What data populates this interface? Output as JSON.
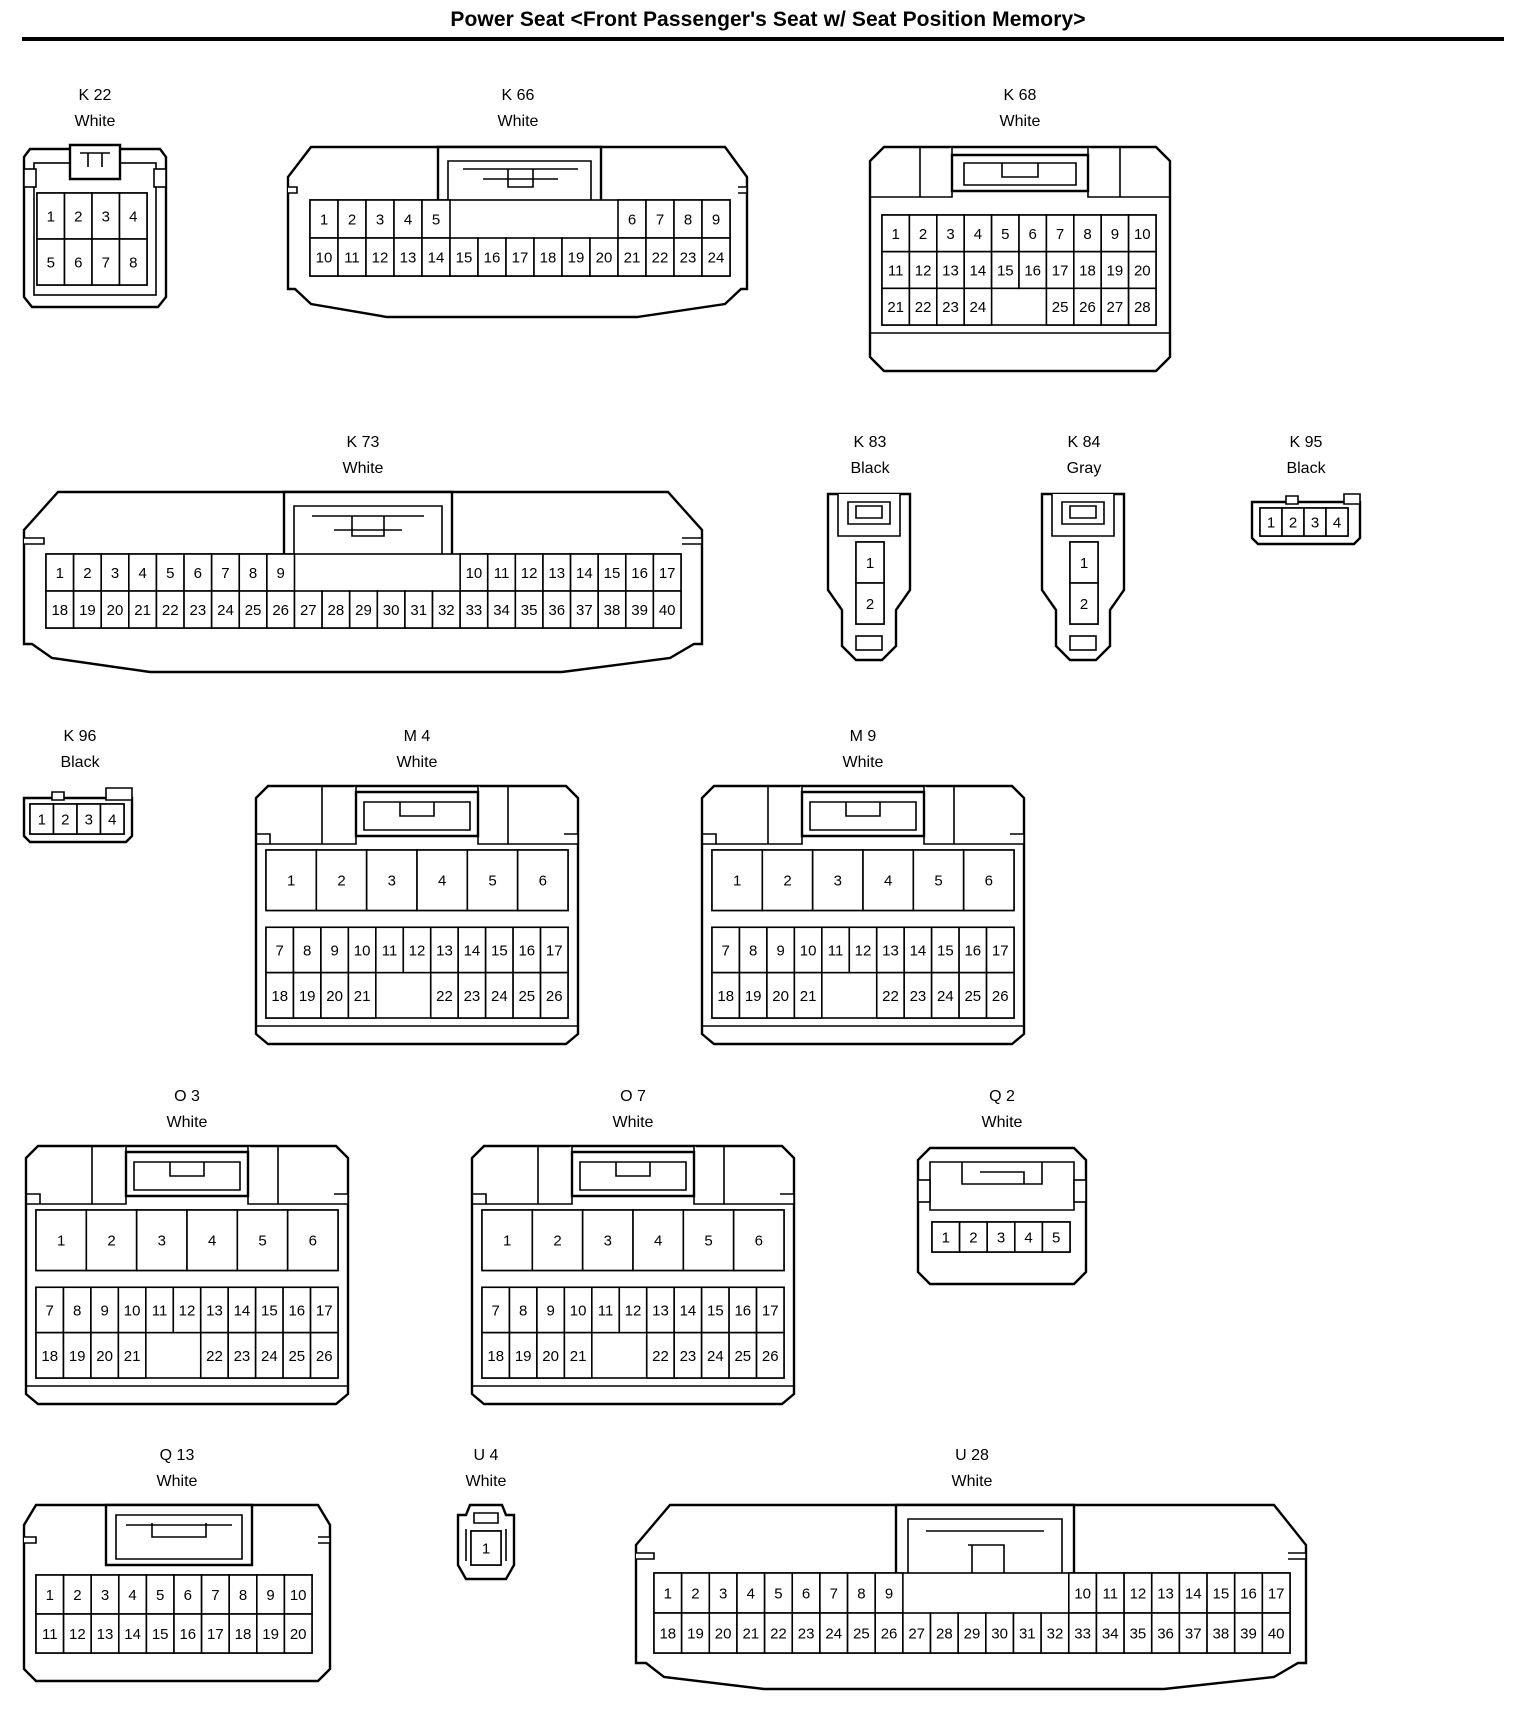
{
  "title": "Power Seat <Front Passenger's Seat w/ Seat Position Memory>",
  "connectors": [
    {
      "id": "K 22",
      "color": "White",
      "rows": [
        [
          "1",
          "2",
          "3",
          "4"
        ],
        [
          "5",
          "6",
          "7",
          "8"
        ]
      ]
    },
    {
      "id": "K 66",
      "color": "White",
      "rows": [
        [
          "1",
          "2",
          "3",
          "4",
          "5",
          "",
          "",
          "",
          "",
          "",
          "",
          "6",
          "7",
          "8",
          "9"
        ],
        [
          "10",
          "11",
          "12",
          "13",
          "14",
          "15",
          "16",
          "17",
          "18",
          "19",
          "20",
          "21",
          "22",
          "23",
          "24"
        ]
      ]
    },
    {
      "id": "K 68",
      "color": "White",
      "rows": [
        [
          "1",
          "2",
          "3",
          "4",
          "5",
          "6",
          "7",
          "8",
          "9",
          "10"
        ],
        [
          "11",
          "12",
          "13",
          "14",
          "15",
          "16",
          "17",
          "18",
          "19",
          "20"
        ],
        [
          "21",
          "22",
          "23",
          "24",
          "",
          "",
          "25",
          "26",
          "27",
          "28"
        ]
      ]
    },
    {
      "id": "K 73",
      "color": "White",
      "rows": [
        [
          "1",
          "2",
          "3",
          "4",
          "5",
          "6",
          "7",
          "8",
          "9",
          "",
          "",
          "",
          "",
          "",
          "",
          "10",
          "11",
          "12",
          "13",
          "14",
          "15",
          "16",
          "17"
        ],
        [
          "18",
          "19",
          "20",
          "21",
          "22",
          "23",
          "24",
          "25",
          "26",
          "27",
          "28",
          "29",
          "30",
          "31",
          "32",
          "33",
          "34",
          "35",
          "36",
          "37",
          "38",
          "39",
          "40"
        ]
      ]
    },
    {
      "id": "K 83",
      "color": "Black",
      "rows": [
        [
          "1"
        ],
        [
          "2"
        ]
      ]
    },
    {
      "id": "K 84",
      "color": "Gray",
      "rows": [
        [
          "1"
        ],
        [
          "2"
        ]
      ]
    },
    {
      "id": "K 95",
      "color": "Black",
      "rows": [
        [
          "1",
          "2",
          "3",
          "4"
        ]
      ]
    },
    {
      "id": "K 96",
      "color": "Black",
      "rows": [
        [
          "1",
          "2",
          "3",
          "4"
        ]
      ]
    },
    {
      "id": "M 4",
      "color": "White",
      "top": [
        "1",
        "2",
        "3",
        "4",
        "5",
        "6"
      ],
      "rows": [
        [
          "7",
          "8",
          "9",
          "10",
          "11",
          "12",
          "13",
          "14",
          "15",
          "16",
          "17"
        ],
        [
          "18",
          "19",
          "20",
          "21",
          "",
          "22",
          "23",
          "24",
          "25",
          "26"
        ]
      ]
    },
    {
      "id": "M 9",
      "color": "White",
      "top": [
        "1",
        "2",
        "3",
        "4",
        "5",
        "6"
      ],
      "rows": [
        [
          "7",
          "8",
          "9",
          "10",
          "11",
          "12",
          "13",
          "14",
          "15",
          "16",
          "17"
        ],
        [
          "18",
          "19",
          "20",
          "21",
          "",
          "22",
          "23",
          "24",
          "25",
          "26"
        ]
      ]
    },
    {
      "id": "O 3",
      "color": "White",
      "top": [
        "1",
        "2",
        "3",
        "4",
        "5",
        "6"
      ],
      "rows": [
        [
          "7",
          "8",
          "9",
          "10",
          "11",
          "12",
          "13",
          "14",
          "15",
          "16",
          "17"
        ],
        [
          "18",
          "19",
          "20",
          "21",
          "",
          "22",
          "23",
          "24",
          "25",
          "26"
        ]
      ]
    },
    {
      "id": "O 7",
      "color": "White",
      "top": [
        "1",
        "2",
        "3",
        "4",
        "5",
        "6"
      ],
      "rows": [
        [
          "7",
          "8",
          "9",
          "10",
          "11",
          "12",
          "13",
          "14",
          "15",
          "16",
          "17"
        ],
        [
          "18",
          "19",
          "20",
          "21",
          "",
          "22",
          "23",
          "24",
          "25",
          "26"
        ]
      ]
    },
    {
      "id": "Q 2",
      "color": "White",
      "rows": [
        [
          "1",
          "2",
          "3",
          "4",
          "5"
        ]
      ]
    },
    {
      "id": "Q 13",
      "color": "White",
      "rows": [
        [
          "1",
          "2",
          "3",
          "4",
          "5",
          "6",
          "7",
          "8",
          "9",
          "10"
        ],
        [
          "11",
          "12",
          "13",
          "14",
          "15",
          "16",
          "17",
          "18",
          "19",
          "20"
        ]
      ]
    },
    {
      "id": "U 4",
      "color": "White",
      "rows": [
        [
          "1"
        ]
      ]
    },
    {
      "id": "U 28",
      "color": "White",
      "rows": [
        [
          "1",
          "2",
          "3",
          "4",
          "5",
          "6",
          "7",
          "8",
          "9",
          "",
          "",
          "",
          "",
          "",
          "",
          "10",
          "11",
          "12",
          "13",
          "14",
          "15",
          "16",
          "17"
        ],
        [
          "18",
          "19",
          "20",
          "21",
          "22",
          "23",
          "24",
          "25",
          "26",
          "27",
          "28",
          "29",
          "30",
          "31",
          "32",
          "33",
          "34",
          "35",
          "36",
          "37",
          "38",
          "39",
          "40"
        ]
      ]
    }
  ]
}
